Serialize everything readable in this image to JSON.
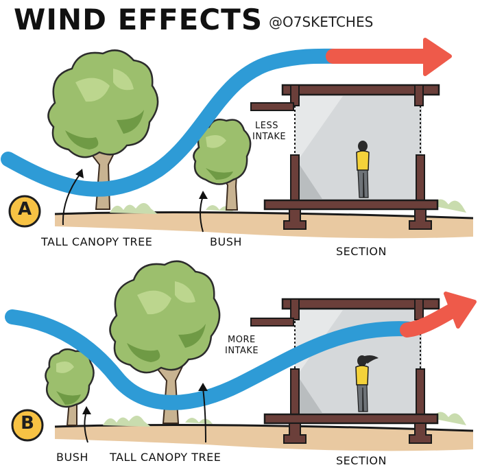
{
  "title": "WIND EFFECTS",
  "handle": "@O7SKETCHES",
  "colors": {
    "wind_blue": "#2e9bd6",
    "wind_red": "#ee5a4a",
    "tree_green": "#9cbf6d",
    "badge_yellow": "#f7c244",
    "ground": "#e9c9a1",
    "room_grey": "#d5d8da",
    "structure": "#6b3f3a",
    "person_shirt": "#f4d23a"
  },
  "panel_a": {
    "badge": "A",
    "tree_label": "TALL CANOPY TREE",
    "bush_label": "BUSH",
    "intake_label_line1": "LESS",
    "intake_label_line2": "INTAKE",
    "section_label": "SECTION"
  },
  "panel_b": {
    "badge": "B",
    "tree_label": "TALL CANOPY TREE",
    "bush_label": "BUSH",
    "intake_label_line1": "MORE",
    "intake_label_line2": "INTAKE",
    "section_label": "SECTION"
  }
}
